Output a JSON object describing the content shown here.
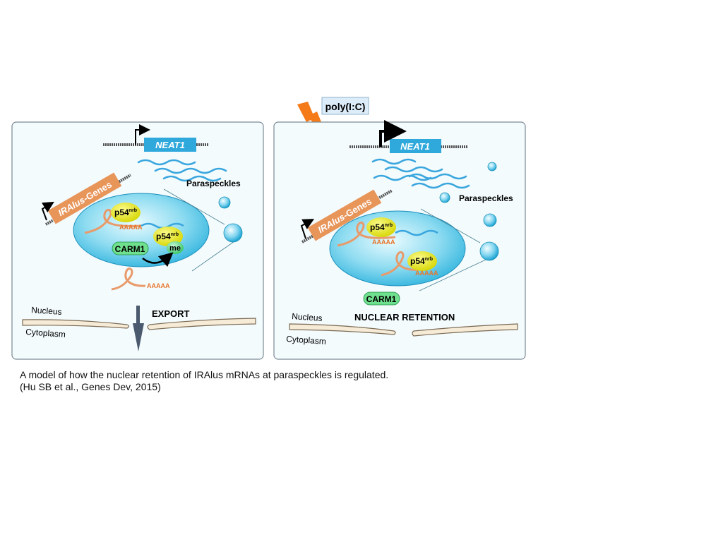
{
  "stimulus": {
    "label": "poly(I:C)"
  },
  "left_panel": {
    "gene_label": "NEAT1",
    "paraspeckles_label": "Paraspeckles",
    "iralus_label_main": "IRAlus",
    "iralus_label_suffix": "-Genes",
    "p54_label": "p54",
    "p54_superscript": "nrb",
    "polyA_label": "AAAAA",
    "carm1_label": "CARM1",
    "methyl_label": "me",
    "nucleus_label": "Nucleus",
    "cytoplasm_label": "Cytoplasm",
    "export_label": "EXPORT"
  },
  "right_panel": {
    "gene_label": "NEAT1",
    "paraspeckles_label": "Paraspeckles",
    "iralus_label_main": "IRAlus",
    "iralus_label_suffix": "-Genes",
    "p54_label": "p54",
    "p54_superscript": "nrb",
    "polyA_label": "AAAAA",
    "carm1_label": "CARM1",
    "nucleus_label": "Nucleus",
    "cytoplasm_label": "Cytoplasm",
    "retention_label": "NUCLEAR RETENTION"
  },
  "caption": {
    "line1": "A model of how the nuclear retention of IRAlus mRNAs at paraspeckles is regulated.",
    "line2": "(Hu SB et al., Genes Dev, 2015)"
  },
  "colors": {
    "panel_bg": "#f3fbfd",
    "panel_border": "#7a8a94",
    "neat1_box": "#2fa8dc",
    "rna_wave": "#3aa6de",
    "iralus_box": "#e8955a",
    "p54_fill": "#ecec1a",
    "carm1_fill": "#6fe08e",
    "polyA_text": "#e8752a",
    "membrane": "#f6ebd6",
    "membrane_stroke": "#7b6a55",
    "lightning": "#f57a18",
    "stimulus_box": "#dcecf8",
    "export_arrow": "#4b5a6e"
  }
}
